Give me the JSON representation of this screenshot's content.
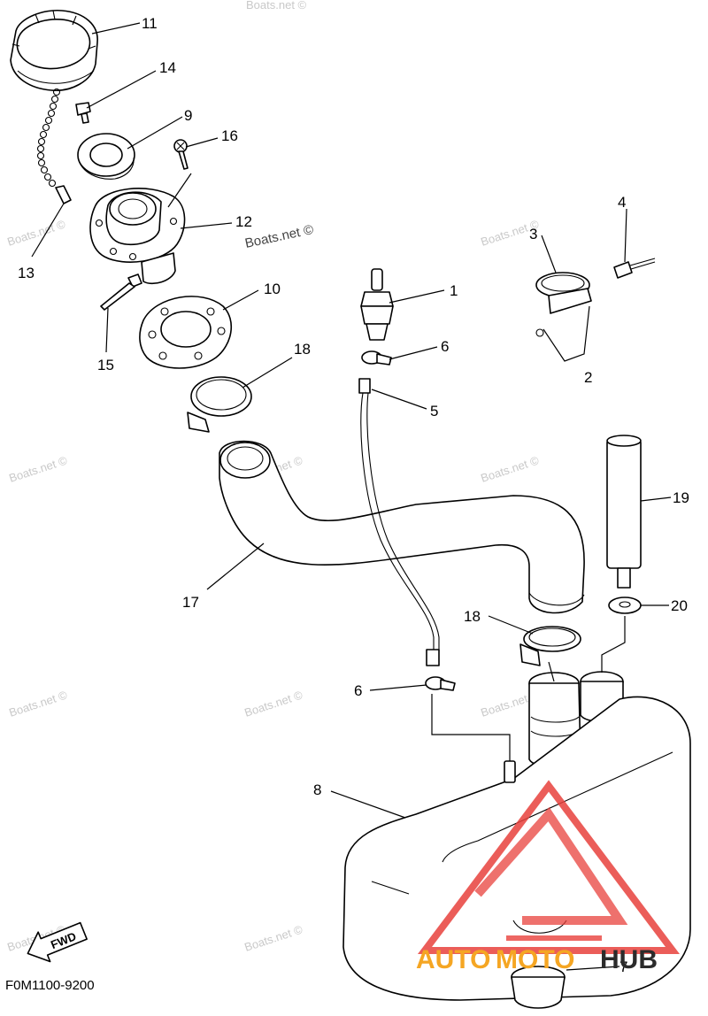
{
  "diagram": {
    "callouts": [
      {
        "id": "11",
        "label": "11"
      },
      {
        "id": "14",
        "label": "14"
      },
      {
        "id": "9",
        "label": "9"
      },
      {
        "id": "16",
        "label": "16"
      },
      {
        "id": "12",
        "label": "12"
      },
      {
        "id": "13",
        "label": "13"
      },
      {
        "id": "15",
        "label": "15"
      },
      {
        "id": "10",
        "label": "10"
      },
      {
        "id": "18a",
        "label": "18"
      },
      {
        "id": "1",
        "label": "1"
      },
      {
        "id": "6a",
        "label": "6"
      },
      {
        "id": "5",
        "label": "5"
      },
      {
        "id": "4",
        "label": "4"
      },
      {
        "id": "3",
        "label": "3"
      },
      {
        "id": "2",
        "label": "2"
      },
      {
        "id": "19",
        "label": "19"
      },
      {
        "id": "17",
        "label": "17"
      },
      {
        "id": "20",
        "label": "20"
      },
      {
        "id": "18b",
        "label": "18"
      },
      {
        "id": "6b",
        "label": "6"
      },
      {
        "id": "8",
        "label": "8"
      },
      {
        "id": "7",
        "label": "7"
      }
    ],
    "watermark_text": "Boats.net ©",
    "featured_watermark": "Boats.net ©",
    "fwd_label": "FWD",
    "drawing_code": "F0M1100-9200",
    "logo": {
      "word_part1": "AUTO",
      "word_part2": "MOTO",
      "word_part3": "HUB",
      "color_red": "#e8413c",
      "color_orange": "#f5a623",
      "color_dark": "#2b2b2b"
    }
  }
}
